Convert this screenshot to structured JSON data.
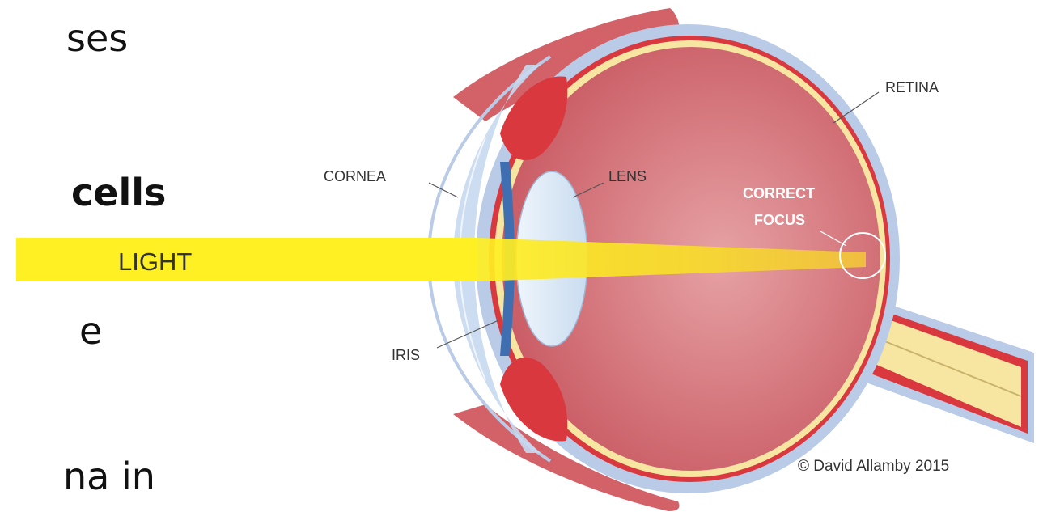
{
  "slide_text": {
    "line1": "ses",
    "line2": "cells",
    "line3": "e",
    "line4": "na in"
  },
  "diagram": {
    "labels": {
      "retina": "RETINA",
      "cornea": "CORNEA",
      "lens": "LENS",
      "correct": "CORRECT",
      "focus": "FOCUS",
      "light": "LIGHT",
      "iris": "IRIS"
    },
    "credit": "© David Allamby 2015",
    "colors": {
      "sclera": "#b9cbe6",
      "choroid": "#d9383f",
      "retina_layer": "#f6e6a2",
      "vitreous": "#d5757c",
      "light_beam": "#ffee22",
      "lens": "#dbe9f6",
      "iris": "#3f6fb0"
    }
  }
}
